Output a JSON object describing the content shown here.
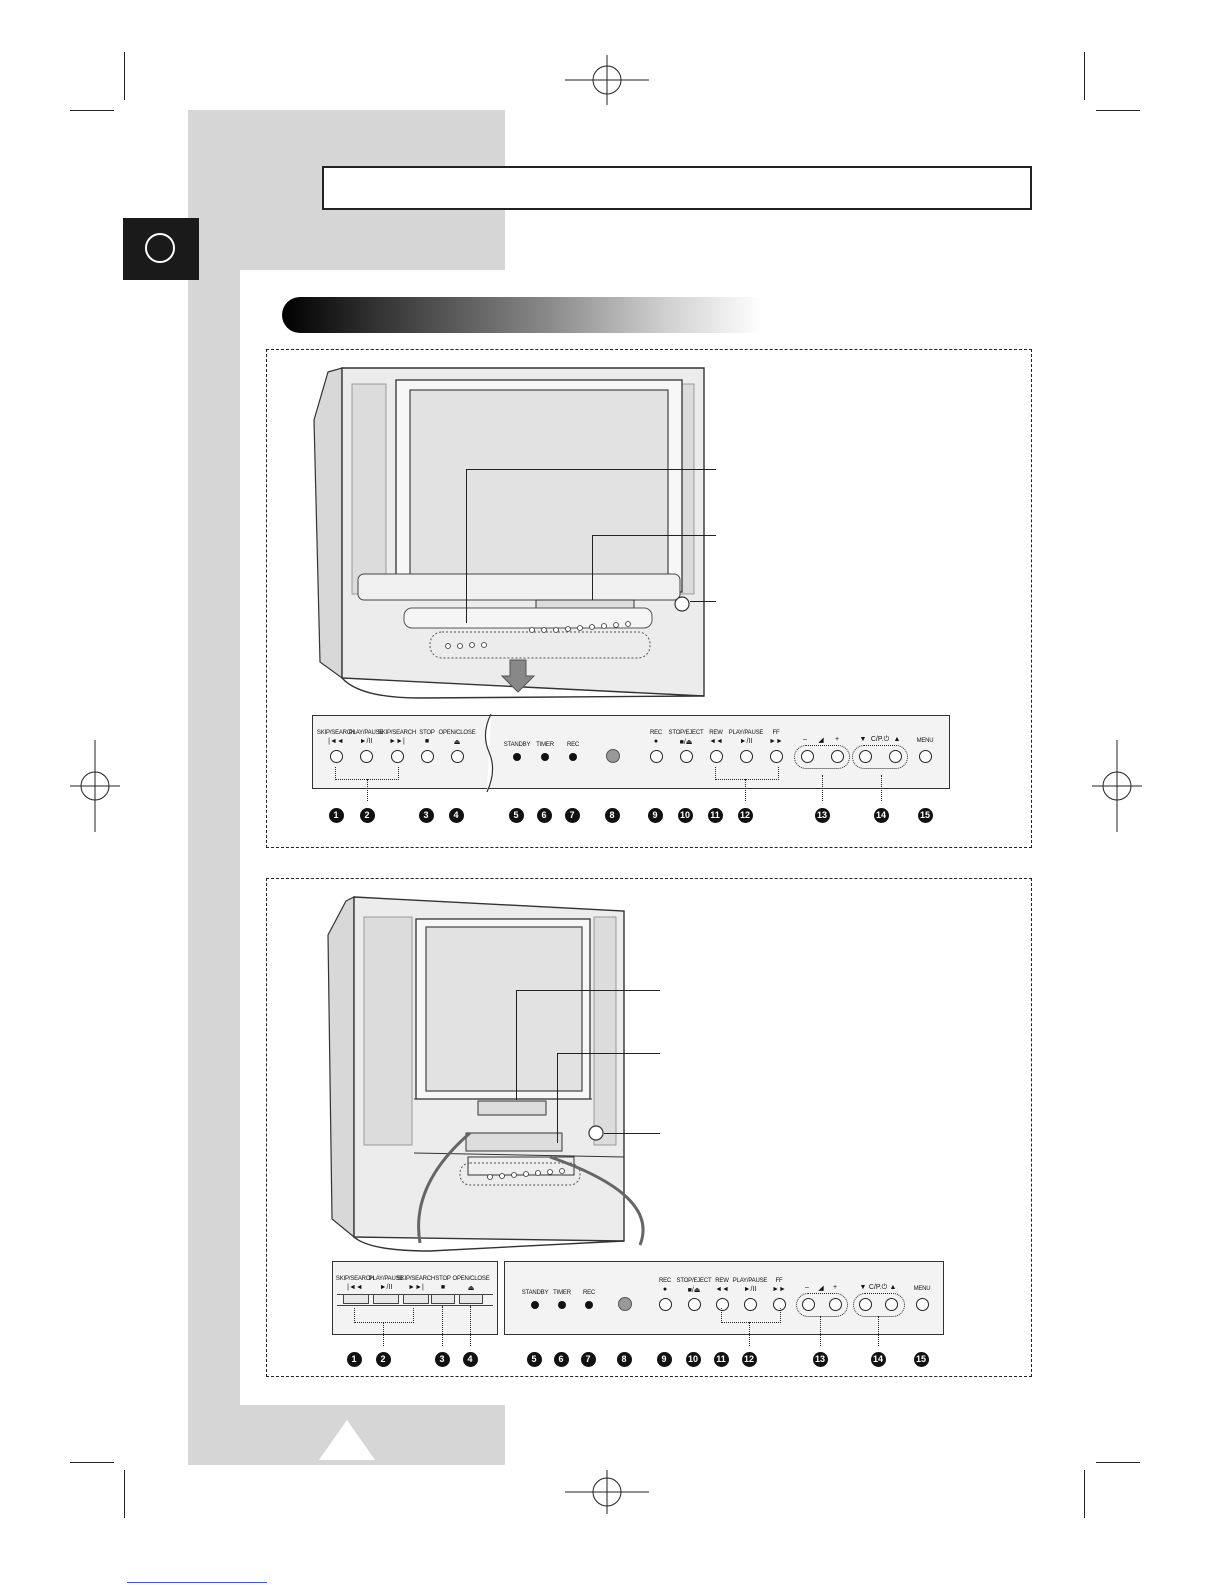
{
  "page": {
    "title_text": "",
    "language_tab_label": "",
    "section_heading": "",
    "page_number": ""
  },
  "front_panel": {
    "buttons_left": [
      {
        "label": "SKIP/SEARCH",
        "symbol": "|◄◄"
      },
      {
        "label": "PLAY/PAUSE",
        "symbol": "►/II"
      },
      {
        "label": "SKIP/SEARCH",
        "symbol": "►►|"
      },
      {
        "label": "STOP",
        "symbol": "■"
      },
      {
        "label": "OPEN/CLOSE",
        "symbol": "⏏"
      }
    ],
    "indicators": [
      {
        "label": "STANDBY"
      },
      {
        "label": "TIMER"
      },
      {
        "label": "REC"
      }
    ],
    "buttons_right": [
      {
        "label": "REC",
        "symbol": "●"
      },
      {
        "label": "STOP/EJECT",
        "symbol": "■/⏏"
      },
      {
        "label": "REW",
        "symbol": "◄◄"
      },
      {
        "label": "PLAY/PAUSE",
        "symbol": "►/II"
      },
      {
        "label": "FF",
        "symbol": "►►"
      }
    ],
    "volume": {
      "minus": "–",
      "icon": "◢",
      "plus": "+"
    },
    "channel": {
      "down": "▼",
      "label": "C/P.⏻",
      "up": "▲"
    },
    "menu_label": "MENU",
    "numbers": [
      "1",
      "2",
      "3",
      "4",
      "5",
      "6",
      "7",
      "8",
      "9",
      "10",
      "11",
      "12",
      "13",
      "14",
      "15"
    ]
  },
  "colors": {
    "grey_decor": "#d6d6d6",
    "dark_tab": "#1a1a1a",
    "number_badge": "#111111"
  }
}
